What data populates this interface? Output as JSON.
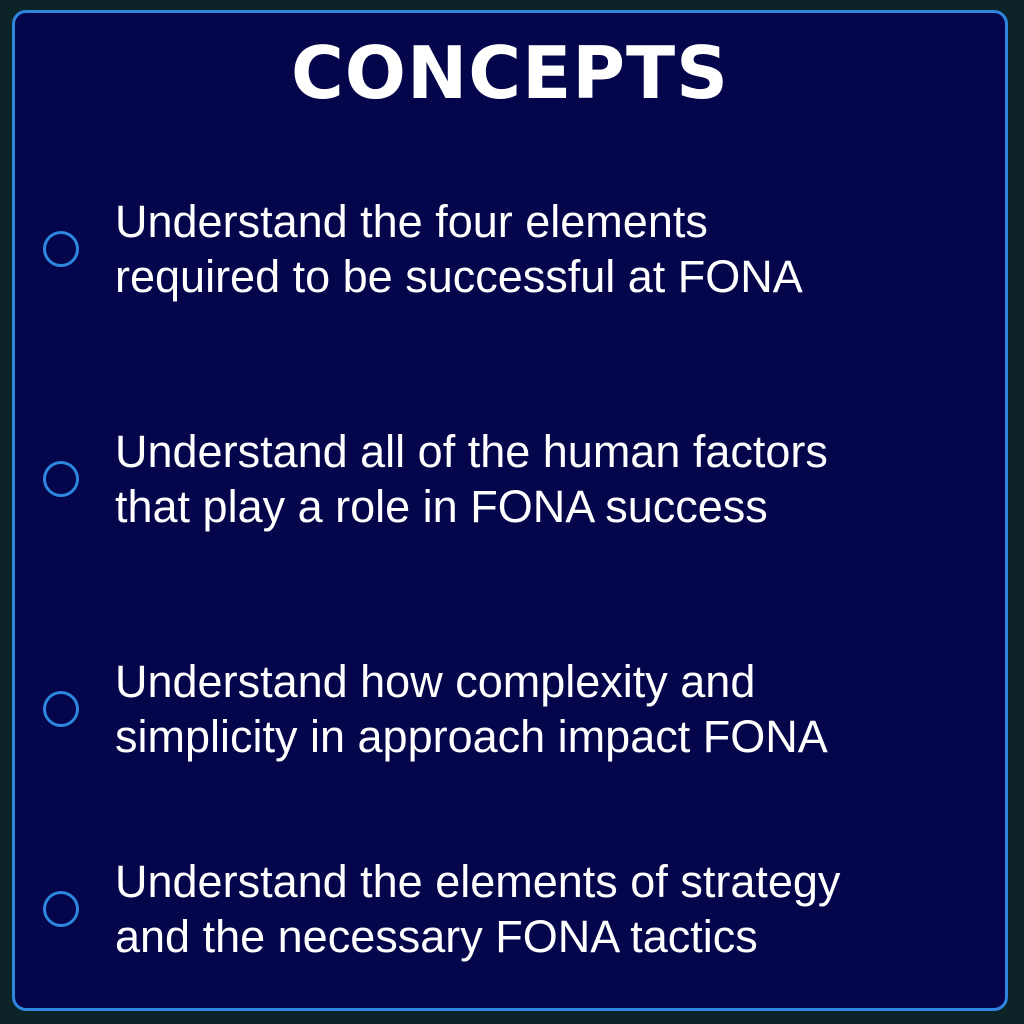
{
  "title": "CONCEPTS",
  "items": [
    {
      "line1": "Understand the four elements",
      "line2": "required to be successful at FONA"
    },
    {
      "line1": "Understand all of the human factors",
      "line2": "that play a role in FONA success"
    },
    {
      "line1": "Understand how complexity and",
      "line2": "simplicity in approach impact FONA"
    },
    {
      "line1": "Understand the elements of strategy",
      "line2": "and the necessary FONA tactics"
    }
  ],
  "colors": {
    "background": "#04054a",
    "accent": "#2e86de",
    "text": "#ffffff"
  }
}
